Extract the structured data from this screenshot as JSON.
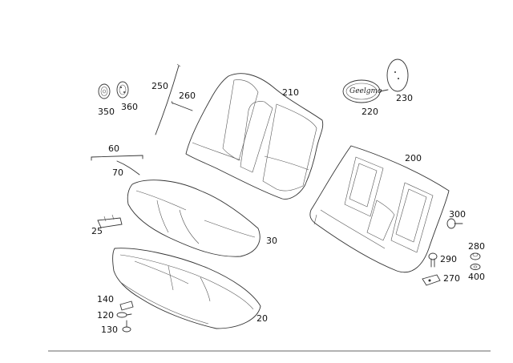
{
  "labels": {
    "l350": "350",
    "l360": "360",
    "l250": "250",
    "l260": "260",
    "l210": "210",
    "l220": "220",
    "l230": "230",
    "l60": "60",
    "l70": "70",
    "l200": "200",
    "l25": "25",
    "l30": "30",
    "l300": "300",
    "l280": "280",
    "l290": "290",
    "l270": "270",
    "l400": "400",
    "l140": "140",
    "l120": "120",
    "l130": "130",
    "l20": "20"
  },
  "badge_text": "Geelgmo"
}
